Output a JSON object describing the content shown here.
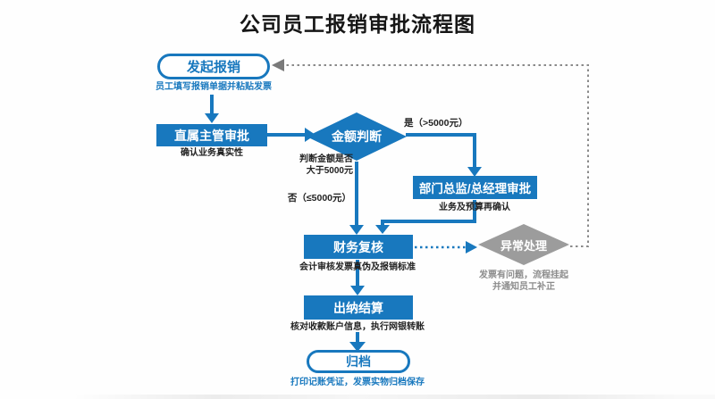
{
  "title": "公司员工报销审批流程图",
  "nodes": {
    "start": {
      "label": "发起报销",
      "caption": "员工填写报销单据并粘贴发票"
    },
    "supervisor": {
      "label": "直属主管审批",
      "caption": "确认业务真实性"
    },
    "decision": {
      "label": "金额判断",
      "caption_line1": "判断金额是否",
      "caption_line2": "大于5000元"
    },
    "director": {
      "label": "部门总监/总经理审批",
      "caption": "业务及预算再确认"
    },
    "finance": {
      "label": "财务复核",
      "caption": "会计审核发票真伪及报销标准"
    },
    "exception": {
      "label": "异常处理",
      "caption_line1": "发票有问题，流程挂起",
      "caption_line2": "并通知员工补正"
    },
    "cashier": {
      "label": "出纳结算",
      "caption": "核对收款账户信息，执行网银转账"
    },
    "archive": {
      "label": "归档",
      "caption": "打印记账凭证，发票实物归档保存"
    }
  },
  "edges": {
    "yes_label": "是（>5000元）",
    "no_label": "否（≤5000元）"
  },
  "colors": {
    "primary_blue": "#1878be",
    "diamond_gray": "#9c9c9c",
    "caption_gray": "#8c8c8c",
    "feedback_line_gray": "#8a8a8a"
  }
}
